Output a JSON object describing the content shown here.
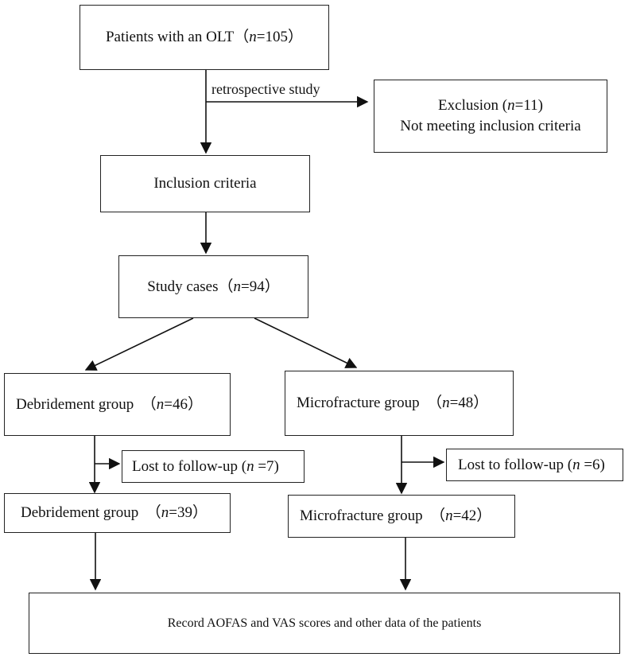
{
  "boxes": {
    "patients": {
      "text": "Patients with an OLT（",
      "n": "n",
      "eq": "=105）"
    },
    "exclusion": {
      "line1_a": "Exclusion (",
      "n": "n",
      "line1_b": "=11)",
      "line2": "Not meeting inclusion criteria"
    },
    "inclusion": {
      "text": "Inclusion criteria"
    },
    "study": {
      "text": "Study cases（",
      "n": "n",
      "eq": "=94）"
    },
    "debridement1": {
      "text": "Debridement group  （",
      "n": "n",
      "eq": "=46）"
    },
    "microfracture1": {
      "text": "Microfracture group  （",
      "n": "n",
      "eq": "=48）"
    },
    "lost_left": {
      "text": "Lost to follow-up (",
      "n": "n",
      "eq": " =7)"
    },
    "lost_right": {
      "text": "Lost to follow-up (",
      "n": "n",
      "eq": " =6)"
    },
    "debridement2": {
      "text": "Debridement group  （",
      "n": "n",
      "eq": "=39）"
    },
    "microfracture2": {
      "text": "Microfracture group  （",
      "n": "n",
      "eq": "=42）"
    },
    "record": {
      "text": "Record AOFAS and VAS scores and other data of the patients"
    }
  },
  "labels": {
    "retrospective": "retrospective study"
  }
}
